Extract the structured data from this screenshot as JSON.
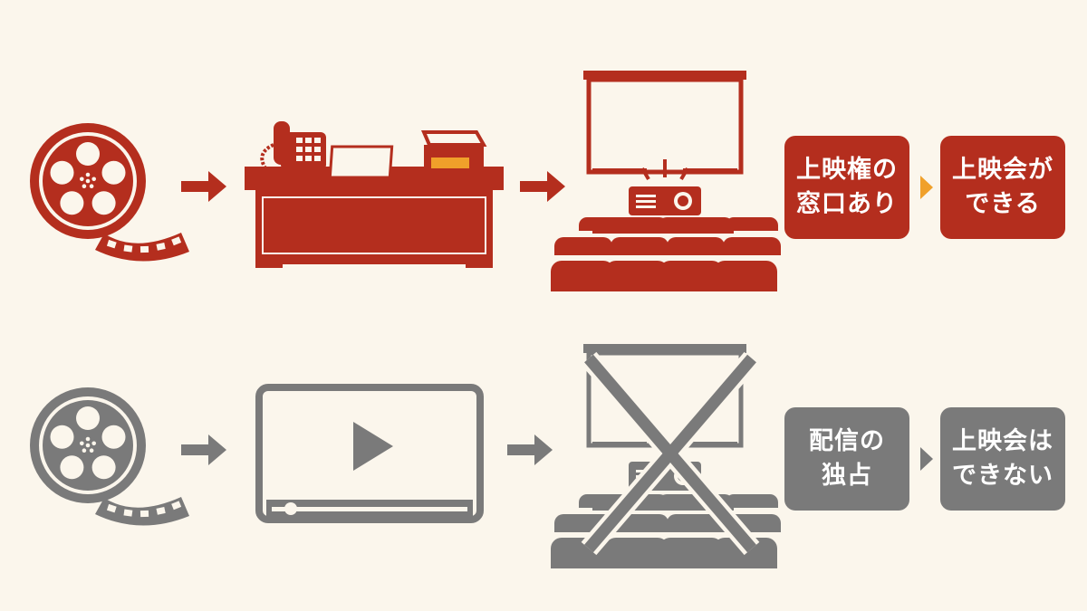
{
  "colors": {
    "background": "#fbf6ec",
    "red": "#b42e1e",
    "grey": "#7a7a7a",
    "orange": "#f0a02a"
  },
  "rows": [
    {
      "icons": [
        "film-reel-icon",
        "office-desk-icon",
        "theater-screening-icon"
      ],
      "boxes": [
        {
          "lines": [
            "上映権の",
            "窓口あり"
          ]
        },
        {
          "lines": [
            "上映会が",
            "できる"
          ]
        }
      ]
    },
    {
      "icons": [
        "film-reel-icon",
        "video-player-icon",
        "theater-crossed-out-icon"
      ],
      "boxes": [
        {
          "lines": [
            "配信の",
            "独占"
          ]
        },
        {
          "lines": [
            "上映会は",
            "できない"
          ]
        }
      ]
    }
  ]
}
